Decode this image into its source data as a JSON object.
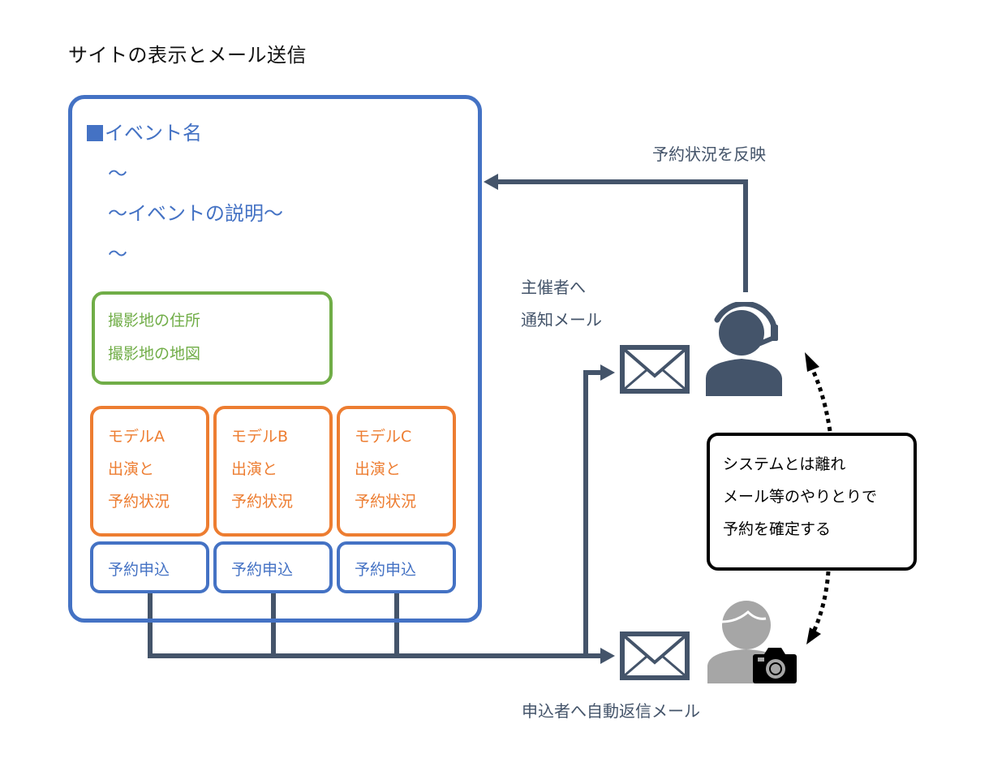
{
  "title": "サイトの表示とメール送信",
  "site": {
    "event_name": "イベント名",
    "desc_lines": [
      "～",
      "～イベントの説明～",
      "～"
    ],
    "location": {
      "lines": [
        "撮影地の住所",
        "撮影地の地図"
      ]
    },
    "models": [
      {
        "name": "モデルA",
        "line2": "出演と",
        "line3": "予約状況",
        "apply_label": "予約申込"
      },
      {
        "name": "モデルB",
        "line2": "出演と",
        "line3": "予約状況",
        "apply_label": "予約申込"
      },
      {
        "name": "モデルC",
        "line2": "出演と",
        "line3": "予約状況",
        "apply_label": "予約申込"
      }
    ]
  },
  "labels": {
    "reflect_status": "予約状況を反映",
    "notify_organizer_line1": "主催者へ",
    "notify_organizer_line2": "通知メール",
    "auto_reply": "申込者へ自動返信メール"
  },
  "note": {
    "lines": [
      "システムとは離れ",
      "メール等のやりとりで",
      "予約を確定する"
    ]
  },
  "colors": {
    "site_blue": "#4472C4",
    "location_green": "#70AD47",
    "model_orange": "#ED7D31",
    "connector_slate": "#44546A",
    "applicant_gray": "#A6A6A6"
  },
  "icons": {
    "organizer": "headset-person-icon",
    "applicant": "photographer-person-icon",
    "mail": "envelope-icon"
  }
}
